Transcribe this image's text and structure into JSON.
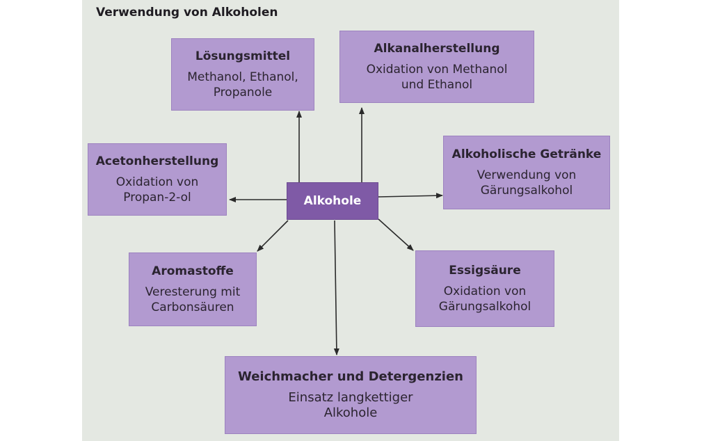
{
  "title": "Verwendung von Alkoholen",
  "center": "Alkohole",
  "boxes": {
    "loesungsmittel": {
      "heading": "Lösungsmittel",
      "text": "Methanol, Ethanol,\nPropanole"
    },
    "alkanal": {
      "heading": "Alkanalherstellung",
      "text": "Oxidation von Methanol\nund Ethanol"
    },
    "aceton": {
      "heading": "Acetonherstellung",
      "text": "Oxidation von\nPropan-2-ol"
    },
    "getraenke": {
      "heading": "Alkoholische Getränke",
      "text": "Verwendung von\nGärungsalkohol"
    },
    "aroma": {
      "heading": "Aromastoffe",
      "text": "Veresterung mit\nCarbonsäuren"
    },
    "essig": {
      "heading": "Essigsäure",
      "text": "Oxidation von\nGärungsalkohol"
    },
    "weichmacher": {
      "heading": "Weichmacher und Detergenzien",
      "text": "Einsatz langkettiger\nAlkohole"
    }
  }
}
